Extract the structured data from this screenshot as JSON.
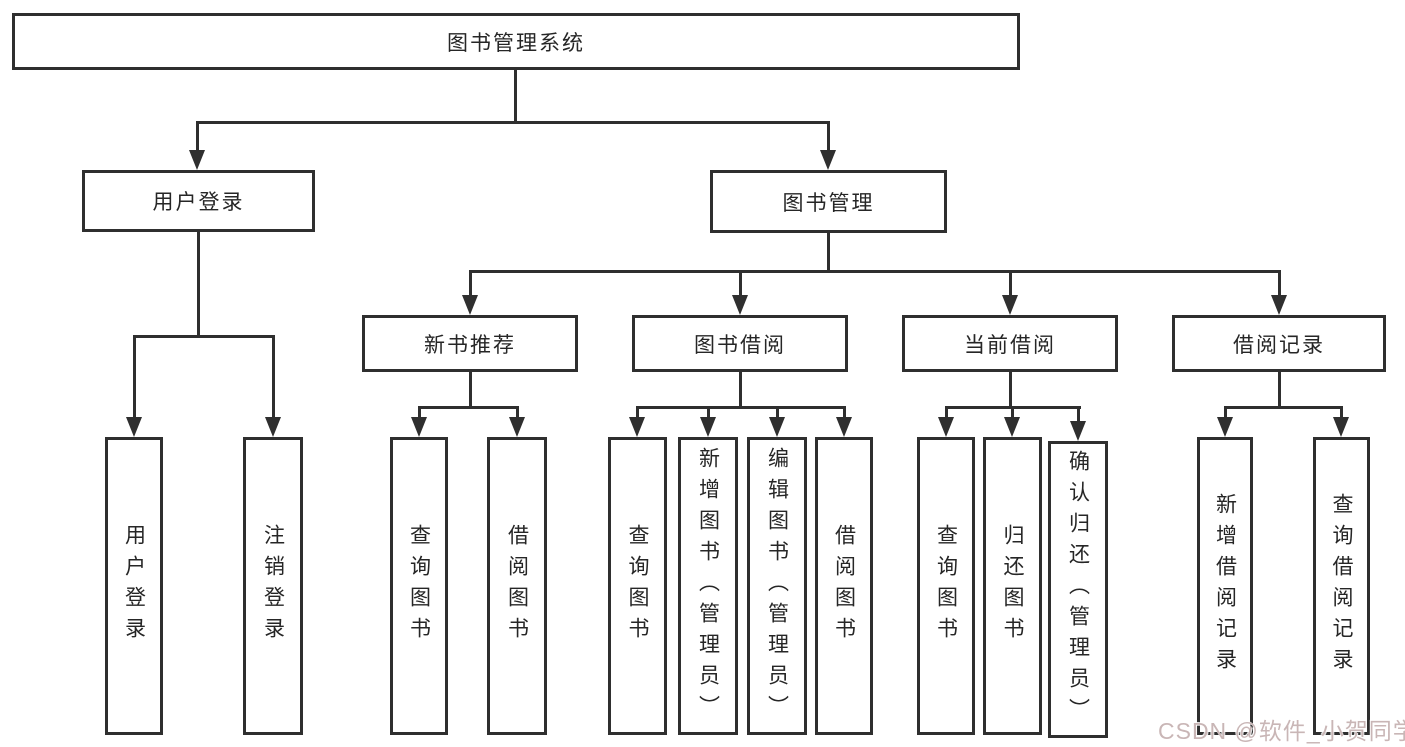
{
  "tree": {
    "label": "图书管理系统",
    "children": [
      {
        "label": "用户登录",
        "children": [
          {
            "label": "用户登录"
          },
          {
            "label": "注销登录"
          }
        ]
      },
      {
        "label": "图书管理",
        "children": [
          {
            "label": "新书推荐",
            "children": [
              {
                "label": "查询图书"
              },
              {
                "label": "借阅图书"
              }
            ]
          },
          {
            "label": "图书借阅",
            "children": [
              {
                "label": "查询图书"
              },
              {
                "label": "新增图书（管理员）"
              },
              {
                "label": "编辑图书（管理员）"
              },
              {
                "label": "借阅图书"
              }
            ]
          },
          {
            "label": "当前借阅",
            "children": [
              {
                "label": "查询图书"
              },
              {
                "label": "归还图书"
              },
              {
                "label": "确认归还（管理员）"
              }
            ]
          },
          {
            "label": "借阅记录",
            "children": [
              {
                "label": "新增借阅记录"
              },
              {
                "label": "查询借阅记录"
              }
            ]
          }
        ]
      }
    ]
  },
  "watermark": {
    "text": "CSDN @软件_小贺同学"
  },
  "colors": {
    "line": "#2f2f2f",
    "text": "#262626",
    "background": "#ffffff",
    "watermark": "#c9b6b6"
  }
}
